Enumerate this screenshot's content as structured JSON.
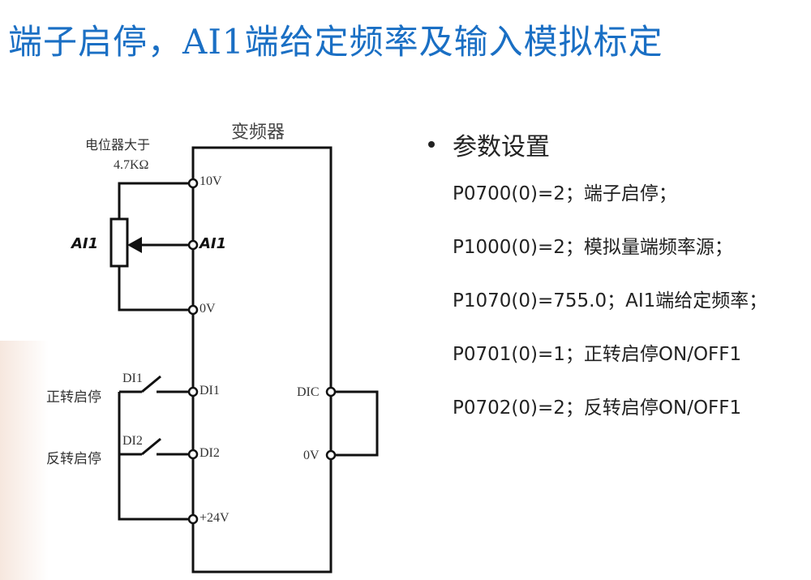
{
  "slide": {
    "title": "端子启停，AI1端给定频率及输入模拟标定"
  },
  "diagram": {
    "inverter_label": "变频器",
    "pot_note_line1": "电位器大于",
    "pot_note_line2": "4.7KΩ",
    "pot_label": "AI1",
    "terminals_left": {
      "t10v": "10V",
      "ai1": "AI1",
      "t0v": "0V",
      "di1": "DI1",
      "di2": "DI2",
      "t24v": "+24V"
    },
    "terminals_right": {
      "dic": "DIC",
      "t0v": "0V"
    },
    "switch1_label": "DI1",
    "switch2_label": "DI2",
    "forward_label": "正转启停",
    "reverse_label": "反转启停"
  },
  "params": {
    "heading": "参数设置",
    "lines": [
      "P0700(0)=2；端子启停；",
      "P1000(0)=2；模拟量端频率源；",
      "P1070(0)=755.0；AI1端给定频率；",
      "P0701(0)=1；正转启停ON/OFF1",
      "P0702(0)=2；反转启停ON/OFF1"
    ]
  }
}
